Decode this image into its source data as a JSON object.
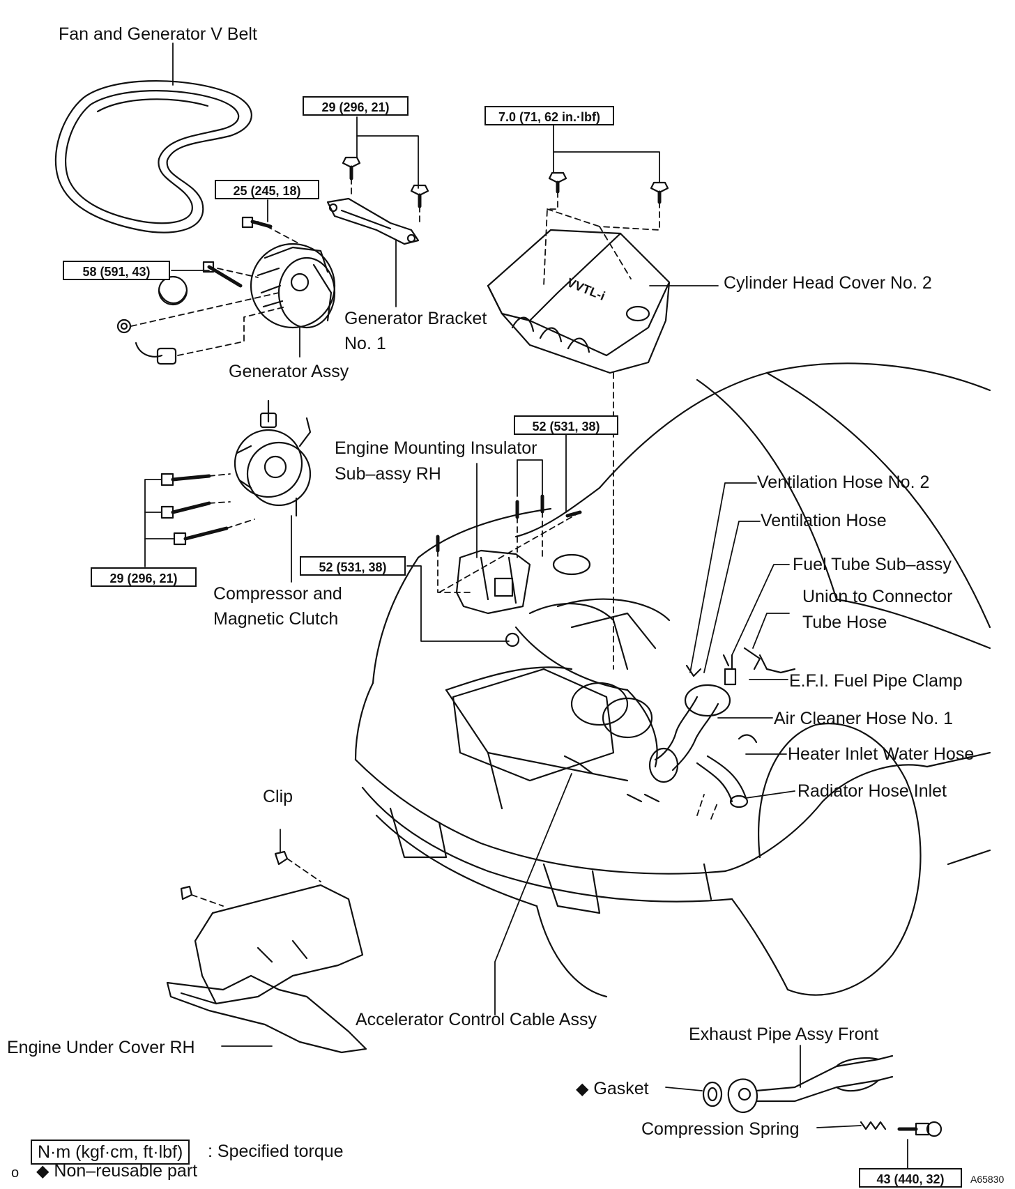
{
  "labels": {
    "fan_belt": "Fan and Generator V Belt",
    "generator_bracket_1": "Generator Bracket",
    "generator_bracket_2": "No. 1",
    "generator_assy": "Generator Assy",
    "cylinder_head_cover": "Cylinder Head Cover No. 2",
    "engine_mount_1": "Engine Mounting Insulator",
    "engine_mount_2": "Sub–assy RH",
    "compressor_1": "Compressor and",
    "compressor_2": "Magnetic Clutch",
    "vent_hose_2": "Ventilation Hose No. 2",
    "vent_hose": "Ventilation Hose",
    "fuel_tube": "Fuel Tube Sub–assy",
    "union_1": "Union to Connector",
    "union_2": "Tube Hose",
    "efi_clamp": "E.F.I. Fuel Pipe Clamp",
    "air_cleaner_hose": "Air Cleaner Hose No. 1",
    "heater_hose": "Heater Inlet Water Hose",
    "radiator_hose": "Radiator Hose Inlet",
    "clip": "Clip",
    "accel_cable": "Accelerator Control Cable Assy",
    "under_cover": "Engine Under Cover RH",
    "exhaust_pipe": "Exhaust Pipe Assy Front",
    "gasket": "Gasket",
    "spring": "Compression Spring",
    "cover_text": "VVTL-i"
  },
  "torques": {
    "bracket": "29 (296, 21)",
    "cover": "7.0 (71, 62 in.·lbf)",
    "gen_top": "25 (245, 18)",
    "gen_left": "58 (591, 43)",
    "mount_top": "52 (531, 38)",
    "mount_left": "52 (531, 38)",
    "compressor": "29 (296, 21)",
    "exhaust": "43 (440, 32)"
  },
  "legend": {
    "torque_unit": "N·m (kgf·cm, ft·lbf)",
    "torque_desc": ": Specified torque",
    "diamond": "◆",
    "nonreusable": "Non–reusable part",
    "page_mark": "o"
  },
  "figure_id": "A65830"
}
